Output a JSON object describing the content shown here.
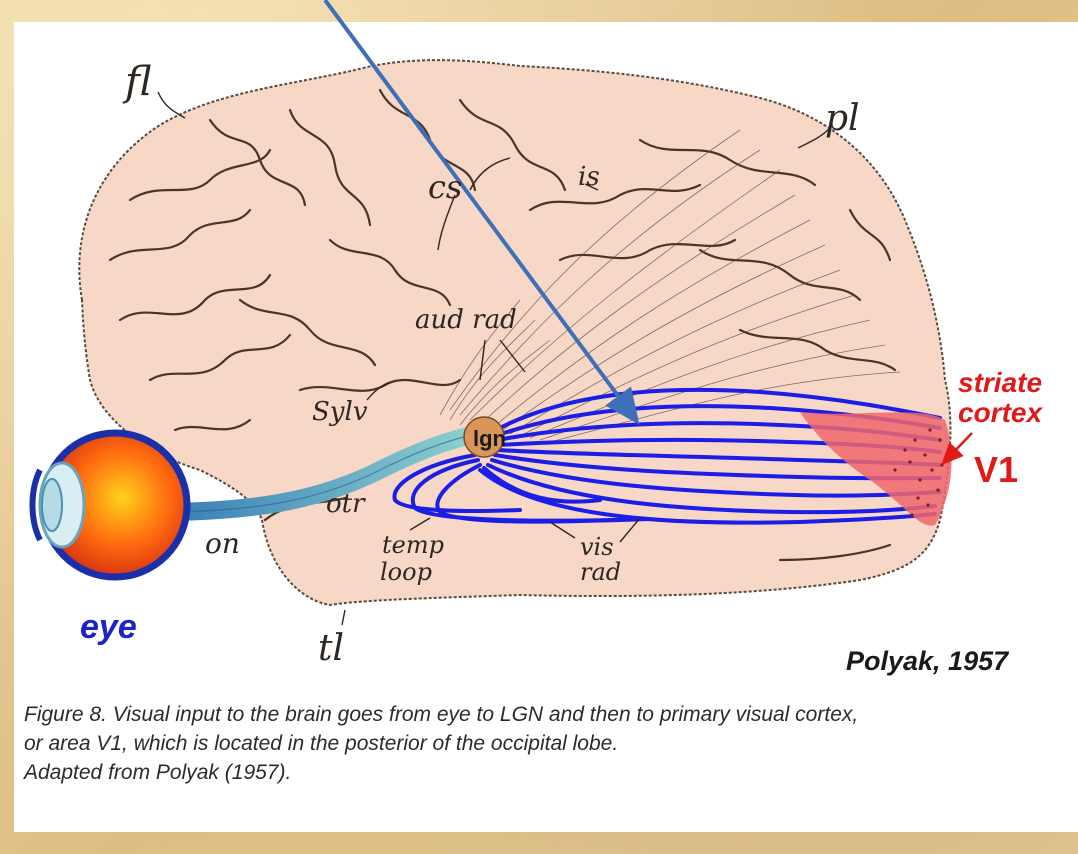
{
  "diagram": {
    "labels": {
      "fl": "fl",
      "pl": "pl",
      "cs": "cs",
      "is": "is",
      "aud_rad": "aud rad",
      "sylv": "Sylv",
      "lgn": "lgn",
      "otr": "otr",
      "on": "on",
      "temp": "temp",
      "loop": "loop",
      "vis": "vis",
      "rad": "rad",
      "tl": "tl",
      "eye": "eye",
      "striate": "striate",
      "cortex": "cortex",
      "v1": "V1",
      "credit": "Polyak, 1957"
    },
    "colors": {
      "brain": "#f7d7c6",
      "optic_radiation": "#1a1ee6",
      "optic_nerve": "#6fb8c4",
      "lgn": "#d9955a",
      "striate_cortex": "#f0676c",
      "striate_label": "#e01919",
      "eye_label": "#1b24c8",
      "pointer_arrow": "#3f6fb7",
      "sulci": "#4a3526"
    }
  },
  "caption": {
    "line1": "Figure 8. Visual input to the brain goes from eye to LGN and then to primary visual cortex,",
    "line2": "or area V1, which is located in the posterior of the occipital lobe.",
    "line3": "Adapted from Polyak (1957)."
  }
}
